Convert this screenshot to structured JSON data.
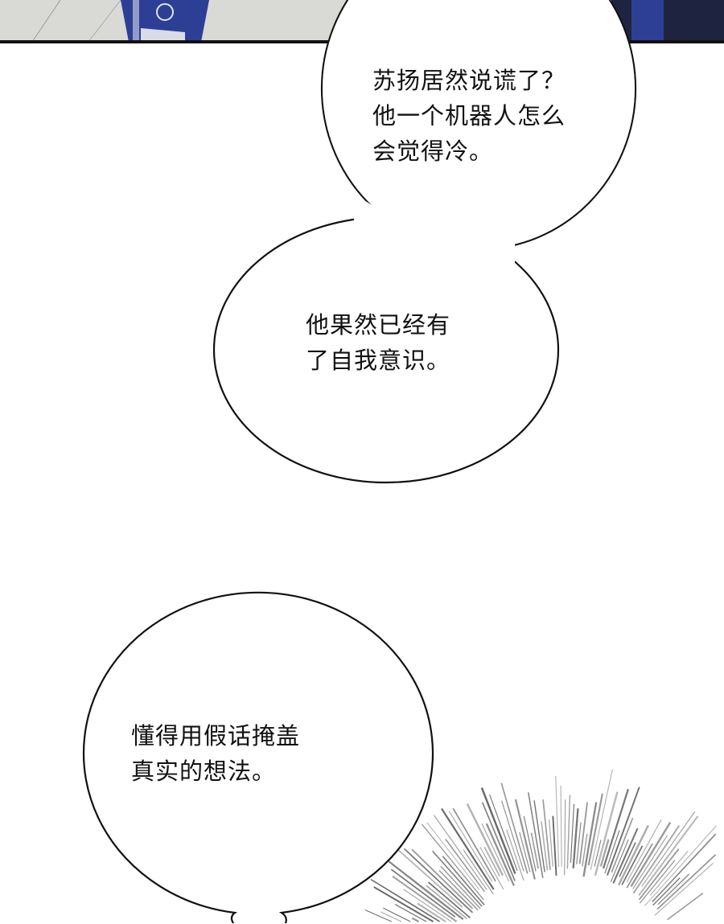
{
  "bubbles": [
    {
      "lines": [
        "苏扬居然说谎了？",
        "他一个机器人怎么",
        "会觉得冷。"
      ]
    },
    {
      "lines": [
        "他果然已经有",
        "了自我意识。"
      ]
    },
    {
      "lines": [
        "懂得用假话掩盖",
        "真实的想法。"
      ]
    }
  ],
  "colors": {
    "panel_floor": "#d9d9d6",
    "object_blue": "#2c3f94",
    "border": "#111111"
  }
}
